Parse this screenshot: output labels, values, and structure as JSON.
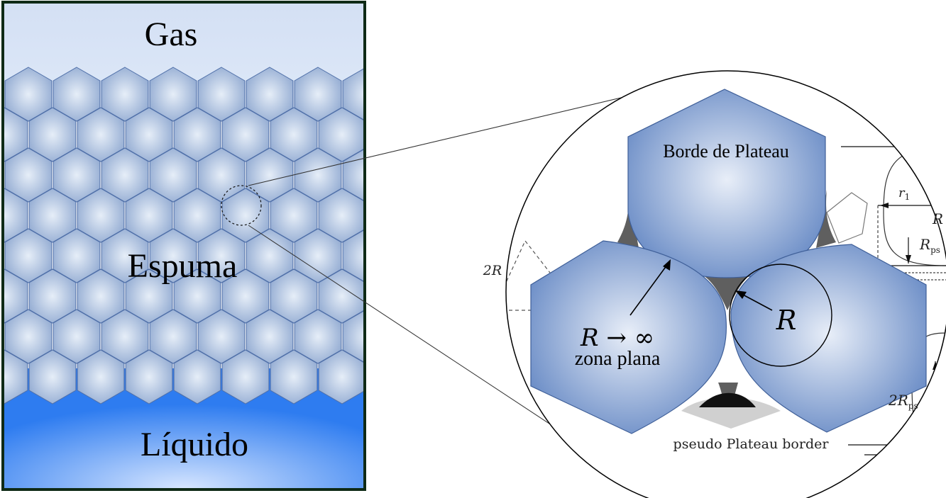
{
  "panel_left": {
    "gas_label": "Gas",
    "foam_label": "Espuma",
    "liquid_label": "Líquido"
  },
  "zoom": {
    "plateau_border_label": "Borde de Plateau",
    "flat_zone_math": "R → ∞",
    "flat_zone_label": "zona plana",
    "radius_label": "R",
    "pseudo_border_label": "pseudo Plateau border",
    "two_r_label": "2R",
    "r1_label": "r",
    "r1_sub": "1",
    "r_cut_label": "R",
    "rps_label": "R",
    "rps_sub": "ps",
    "two_rps_label": "2R",
    "two_rps_sub": "ps"
  },
  "colors": {
    "frame": "#0f2a16",
    "bubble_edge": "#4f6fa8",
    "bubble_center": "#e6eef8",
    "bubble_rim": "#95add3",
    "zoom_bubble_rim": "#7090c8",
    "liquid_deep": "#2e7cf0",
    "liquid_light": "#d7e6ff",
    "gas_top": "#d4e0f4",
    "plateau_fill": "#5f5f5f"
  }
}
